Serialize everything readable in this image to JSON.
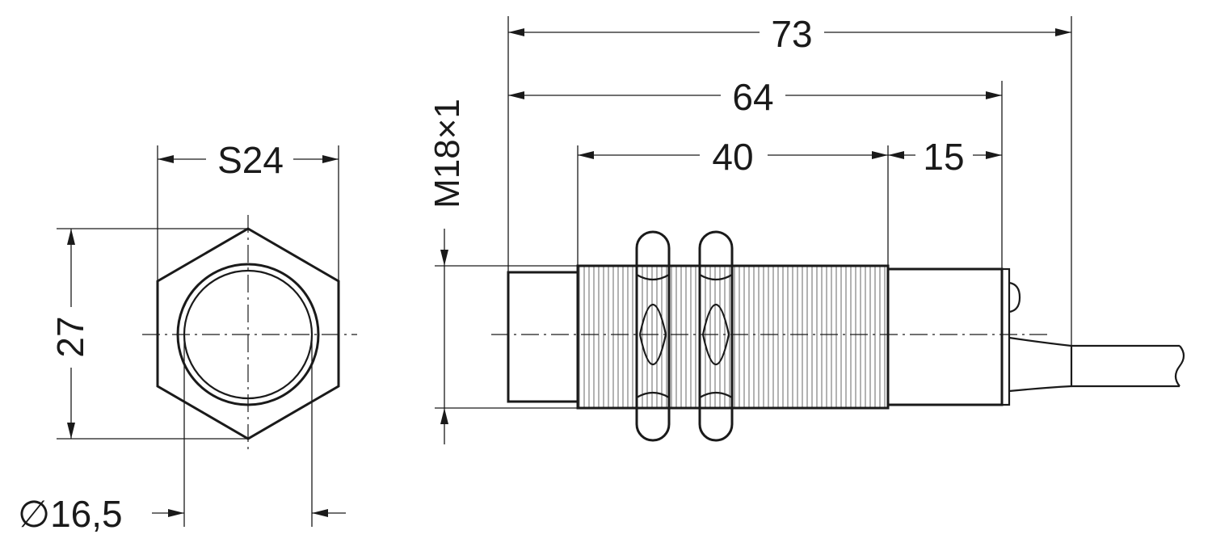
{
  "front_view": {
    "across_flats": "S24",
    "across_corners": "27",
    "bore_diameter": "∅16,5"
  },
  "side_view": {
    "thread_spec": "M18×1",
    "overall_length": "73",
    "body_length": "64",
    "thread_length": "40",
    "rear_length": "15"
  }
}
